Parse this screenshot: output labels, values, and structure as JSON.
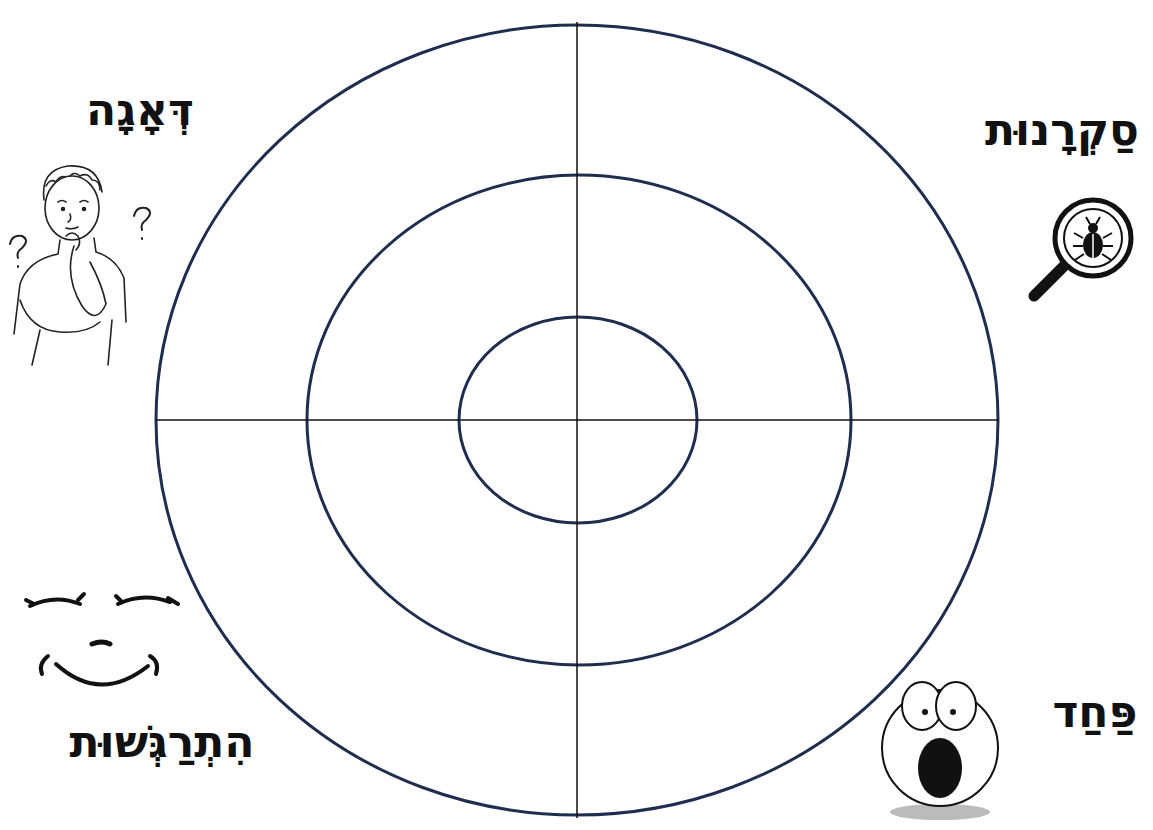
{
  "diagram": {
    "labels": [
      "דְּאָגָה",
      "סַקְרָנוּת",
      "הִתְרַגְּשׁוּת",
      "פַּחַד"
    ]
  }
}
